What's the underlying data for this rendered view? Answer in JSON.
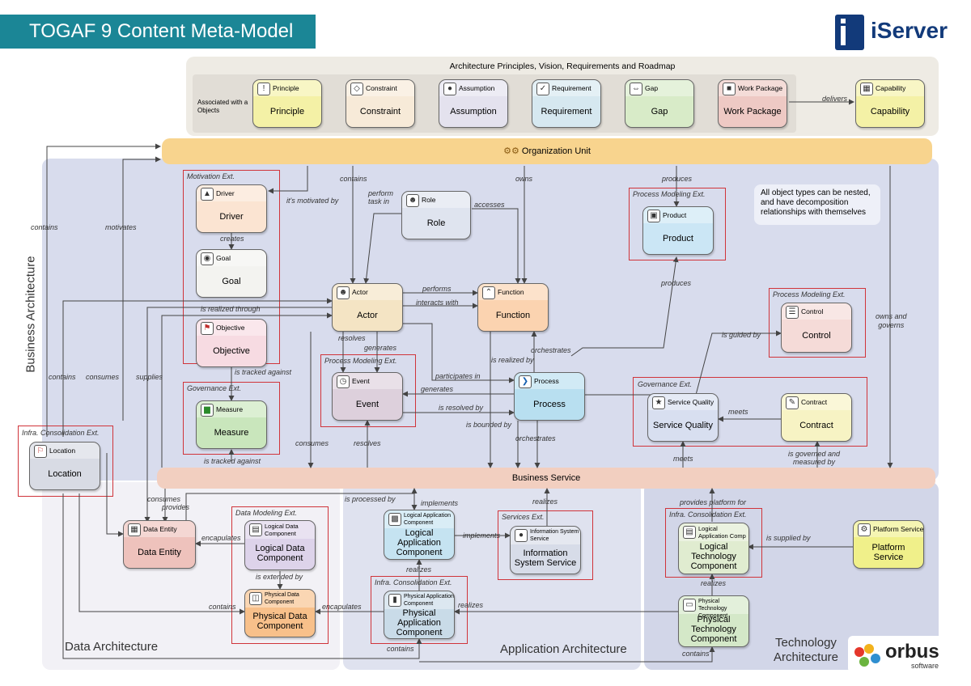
{
  "header": {
    "title": "TOGAF 9 Content Meta-Model",
    "logo_text": "iServer"
  },
  "footer": {
    "logo_text": "orbus",
    "logo_sub": "software"
  },
  "regions": {
    "principles_title": "Architecture Principles, Vision, Requirements and Roadmap",
    "associated": "Associated with a Objects",
    "business": "Business Architecture",
    "data": "Data Architecture",
    "application": "Application Architecture",
    "technology": "Technology Architecture"
  },
  "bands": {
    "org_unit": "Organization Unit",
    "business_service": "Business Service"
  },
  "note": "All object types can be nested, and have decomposition relationships with themselves",
  "extensions": {
    "motivation": "Motivation Ext.",
    "governance1": "Governance Ext.",
    "process_event": "Process Modeling Ext.",
    "process_product": "Process Modeling Ext.",
    "process_control": "Process Modeling Ext.",
    "governance2": "Governance Ext.",
    "infra_location": "Infra. Consolidation Ext.",
    "data_modeling": "Data Modeling Ext.",
    "services": "Services Ext.",
    "infra_app": "Infra. Consolidation Ext.",
    "infra_tech": "Infra. Consolidation Ext."
  },
  "nodes": {
    "principle": {
      "header": "Principle",
      "body": "Principle",
      "icon": "warning-icon",
      "color": "#f4f1a6"
    },
    "constraint": {
      "header": "Constraint",
      "body": "Constraint",
      "icon": "diamond-arrows-icon",
      "color": "#f7ead8"
    },
    "assumption": {
      "header": "Assumption",
      "body": "Assumption",
      "icon": "speech-bubble-icon",
      "color": "#e4e2ee"
    },
    "requirement": {
      "header": "Requirement",
      "body": "Requirement",
      "icon": "checkbox-icon",
      "color": "#d6e8f0"
    },
    "gap": {
      "header": "Gap",
      "body": "Gap",
      "icon": "double-arrow-icon",
      "color": "#d8ebc8"
    },
    "work_package": {
      "header": "Work Package",
      "body": "Work Package",
      "icon": "package-icon",
      "color": "#eec9c4"
    },
    "capability": {
      "header": "Capability",
      "body": "Capability",
      "icon": "capability-icon",
      "color": "#f4f1a6"
    },
    "driver": {
      "header": "Driver",
      "body": "Driver",
      "icon": "pyramid-icon",
      "color": "#fbe4d2"
    },
    "goal": {
      "header": "Goal",
      "body": "Goal",
      "icon": "target-icon",
      "color": "#f3f3f0"
    },
    "objective": {
      "header": "Objective",
      "body": "Objective",
      "icon": "flag-icon",
      "color": "#f7dbe2"
    },
    "measure": {
      "header": "Measure",
      "body": "Measure",
      "icon": "bar-chart-icon",
      "color": "#c9e6bc"
    },
    "role": {
      "header": "Role",
      "body": "Role",
      "icon": "person-icon",
      "color": "#dfe4ef"
    },
    "actor": {
      "header": "Actor",
      "body": "Actor",
      "icon": "person-icon",
      "color": "#f4e4c4"
    },
    "function": {
      "header": "Function",
      "body": "Function",
      "icon": "function-icon",
      "color": "#fbd3b0"
    },
    "event": {
      "header": "Event",
      "body": "Event",
      "icon": "clock-icon",
      "color": "#ddd0dc"
    },
    "process": {
      "header": "Process",
      "body": "Process",
      "icon": "chevron-icon",
      "color": "#b8dff0"
    },
    "product": {
      "header": "Product",
      "body": "Product",
      "icon": "product-icon",
      "color": "#cbe6f5"
    },
    "control": {
      "header": "Control",
      "body": "Control",
      "icon": "control-icon",
      "color": "#f5dbd8"
    },
    "service_quality": {
      "header": "Service Quality",
      "body": "Service Quality",
      "icon": "ribbon-icon",
      "color": "#d8dff0"
    },
    "contract": {
      "header": "Contract",
      "body": "Contract",
      "icon": "contract-icon",
      "color": "#f7f3c4"
    },
    "location": {
      "header": "Location",
      "body": "Location",
      "icon": "pin-icon",
      "color": "#d8dbe4"
    },
    "data_entity": {
      "header": "Data Entity",
      "body": "Data Entity",
      "icon": "table-icon",
      "color": "#eec2bc"
    },
    "logical_data_component": {
      "header": "Logical Data Component",
      "body": "Logical Data Component",
      "icon": "document-icon",
      "color": "#ddd3ea"
    },
    "physical_data_component": {
      "header": "Physical Data Component",
      "body": "Physical Data Component",
      "icon": "database-icon",
      "color": "#f8c08a"
    },
    "logical_app_component": {
      "header": "Logical Application Component",
      "body": "Logical Application Component",
      "icon": "app-icon",
      "color": "#c5e3f1"
    },
    "information_system_service": {
      "header": "Information System Service",
      "body": "Information System Service",
      "icon": "globe-icon",
      "color": "#d7dce8"
    },
    "physical_app_component": {
      "header": "Physical Application Component",
      "body": "Physical Application Component",
      "icon": "phone-icon",
      "color": "#c9dbe8"
    },
    "logical_tech_component": {
      "header": "Logical Application Comp",
      "body": "Logical Technology Component",
      "icon": "server-icon",
      "color": "#e0ecd0"
    },
    "platform_service": {
      "header": "Platform Service",
      "body": "Platform Service",
      "icon": "gear-icon",
      "color": "#f0f08a"
    },
    "physical_tech_component": {
      "header": "Physical Technology Component",
      "body": "Physical Technology Component",
      "icon": "monitor-icon",
      "color": "#d4e8c8"
    }
  },
  "relations": {
    "delivers": "delivers",
    "its_motivated_by": "it's motivated by",
    "contains_org": "contains",
    "owns": "owns",
    "produces1": "produces",
    "perform_task_in": "perform\ntask in",
    "accesses": "accesses",
    "creates": "creates",
    "contains_left": "contains",
    "motivates": "motivates",
    "performs": "performs",
    "interacts_with": "interacts with",
    "produces2": "produces",
    "is_realized_through": "is realized through",
    "resolves1": "resolves",
    "generates1": "generates",
    "orchestrates1": "orchestrates",
    "is_guided_by": "is guided by",
    "owns_and_governs": "owns and\ngoverns",
    "is_tracked_against1": "is tracked against",
    "is_realized_by": "is realized by",
    "participates_in": "participates in",
    "generates2": "generates",
    "is_resolved_by": "is resolved by",
    "is_bounded_by": "is bounded by",
    "contains_loc": "contains",
    "consumes1": "consumes",
    "supplies": "supplies",
    "meets1": "meets",
    "consumes2": "consumes",
    "resolves2": "resolves",
    "orchestrates2": "orchestrates",
    "is_governed": "is governed and\nmeasured by",
    "is_tracked_against2": "is tracked against",
    "meets2": "meets",
    "consumes3": "consumes",
    "provides": "provides",
    "is_processed_by": "is processed by",
    "implements1": "implements",
    "realizes1": "realizes",
    "provides_platform_for": "provides platform for",
    "encapulates1": "encapulates",
    "implements2": "implements",
    "is_supplied_by": "is supplied by",
    "realizes2": "realizes",
    "is_extended_by": "is extended by",
    "realizes3": "realizes",
    "realizes4": "realizes",
    "contains_data": "contains",
    "encapulates2": "encapulates",
    "contains_bottom": "contains",
    "contains_tech": "contains"
  }
}
